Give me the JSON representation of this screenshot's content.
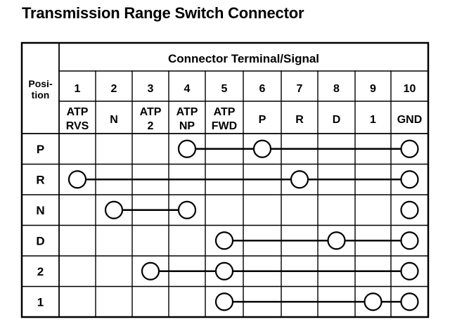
{
  "title": "Transmission Range Switch Connector",
  "header": {
    "position_label_line1": "Posi-",
    "position_label_line2": "tion",
    "group_label": "Connector Terminal/Signal"
  },
  "terminals": [
    {
      "number": "1",
      "signal": [
        "ATP",
        "RVS"
      ]
    },
    {
      "number": "2",
      "signal": [
        "N"
      ]
    },
    {
      "number": "3",
      "signal": [
        "ATP",
        "2"
      ]
    },
    {
      "number": "4",
      "signal": [
        "ATP",
        "NP"
      ]
    },
    {
      "number": "5",
      "signal": [
        "ATP",
        "FWD"
      ]
    },
    {
      "number": "6",
      "signal": [
        "P"
      ]
    },
    {
      "number": "7",
      "signal": [
        "R"
      ]
    },
    {
      "number": "8",
      "signal": [
        "D"
      ]
    },
    {
      "number": "9",
      "signal": [
        "1"
      ]
    },
    {
      "number": "10",
      "signal": [
        "GND"
      ]
    }
  ],
  "positions": [
    {
      "label": "P",
      "connected_terminals": [
        4,
        6,
        10
      ]
    },
    {
      "label": "R",
      "connected_terminals": [
        1,
        7,
        10
      ]
    },
    {
      "label": "N",
      "connected_terminals": [
        2,
        4
      ]
    },
    {
      "label": "D",
      "connected_terminals": [
        5,
        8,
        10
      ]
    },
    {
      "label": "2",
      "connected_terminals": [
        3,
        5,
        10
      ]
    },
    {
      "label": "1",
      "connected_terminals": [
        5,
        9,
        10
      ]
    }
  ],
  "extra_markers": [
    {
      "position": "N",
      "terminal": 10
    }
  ]
}
